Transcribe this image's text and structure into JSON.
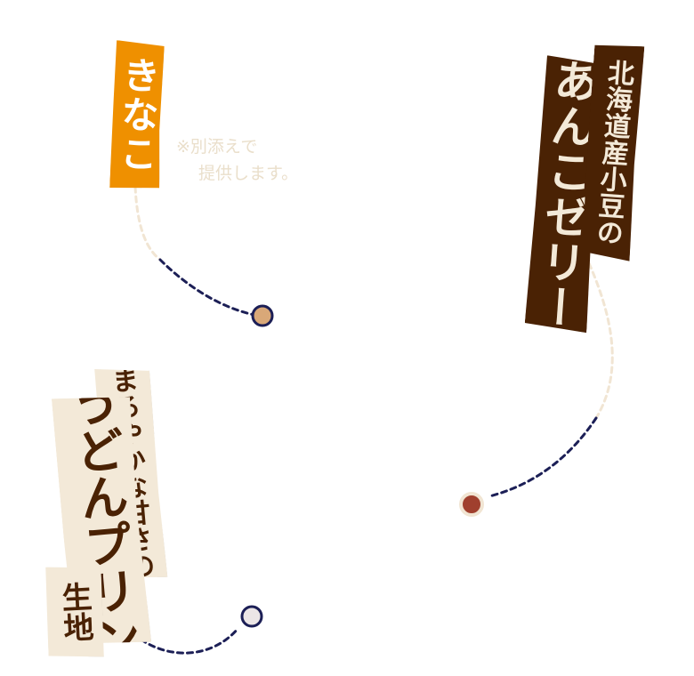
{
  "colors": {
    "orange": "#ef9000",
    "brown": "#4a2204",
    "cream": "#f3e9d8",
    "navy": "#1c1f56",
    "dot_tan": "#d9a878",
    "dot_red": "#a0402e",
    "dot_light": "#ece6e6"
  },
  "kinako": {
    "label": "きなこ",
    "note_line1": "※別添えで",
    "note_line2": "提供します。"
  },
  "anko": {
    "line1": "あんこゼリー",
    "line2": "北海道産小豆の"
  },
  "udon": {
    "line1": "まろやかな甘さの",
    "line2": "うどんプリン",
    "line3": "生地"
  }
}
